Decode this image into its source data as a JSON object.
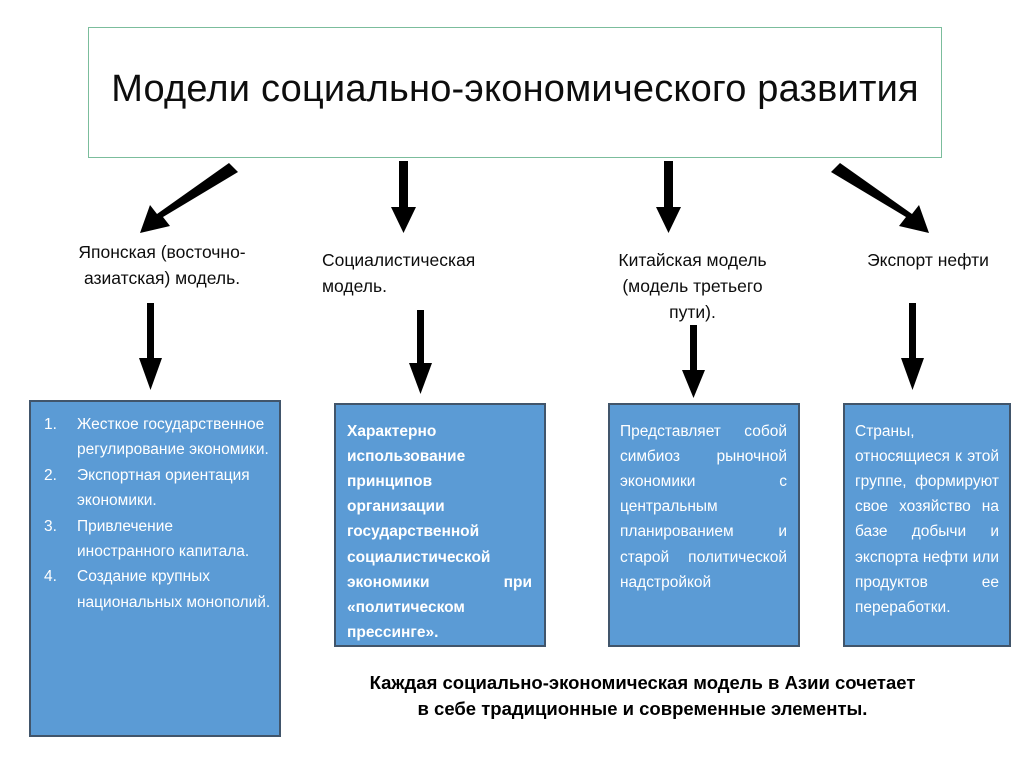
{
  "slide": {
    "title": "Модели социально-экономического развития",
    "title_border_color": "#7bbd9c",
    "box_fill_color": "#5b9bd5",
    "box_border_color": "#41556b",
    "caption": "Каждая социально-экономическая модель в Азии сочетает\nв себе традиционные и современные элементы."
  },
  "branches": [
    {
      "label": "Японская (восточно-\nазиатская) модель.",
      "arrow_from_title": "diagonal-down-left-arrow",
      "arrow_to_box": "down-arrow",
      "box": {
        "style": "numbered-list",
        "items": [
          {
            "number": "1.",
            "text": "Жесткое государственное регулирование экономики."
          },
          {
            "number": "2.",
            "text": "Экспортная ориентация экономики."
          },
          {
            "number": "3.",
            "text": "Привлечение иностранного капитала."
          },
          {
            "number": "4.",
            "text": "Создание крупных национальных монополий."
          }
        ]
      }
    },
    {
      "label": "Социалистическая\n        модель.",
      "arrow_from_title": "down-arrow",
      "arrow_to_box": "down-arrow",
      "box": {
        "style": "paragraph-bold",
        "text": "Характерно использование принципов организации государственной социалистической экономики при «политическом прессинге»."
      }
    },
    {
      "label": "Китайская модель\n(модель третьего\nпути).",
      "arrow_from_title": "down-arrow",
      "arrow_to_box": "down-arrow",
      "box": {
        "style": "paragraph",
        "text": "Представляет собой симбиоз рыночной экономики с центральным планированием и старой политической надстройкой"
      }
    },
    {
      "label": "Экспорт нефти",
      "arrow_from_title": "diagonal-down-right-arrow",
      "arrow_to_box": "down-arrow",
      "box": {
        "style": "paragraph",
        "text": "Страны, относящиеся к этой группе, формируют свое хозяйство на базе добычи и экспорта нефти или продуктов ее переработки."
      }
    }
  ]
}
